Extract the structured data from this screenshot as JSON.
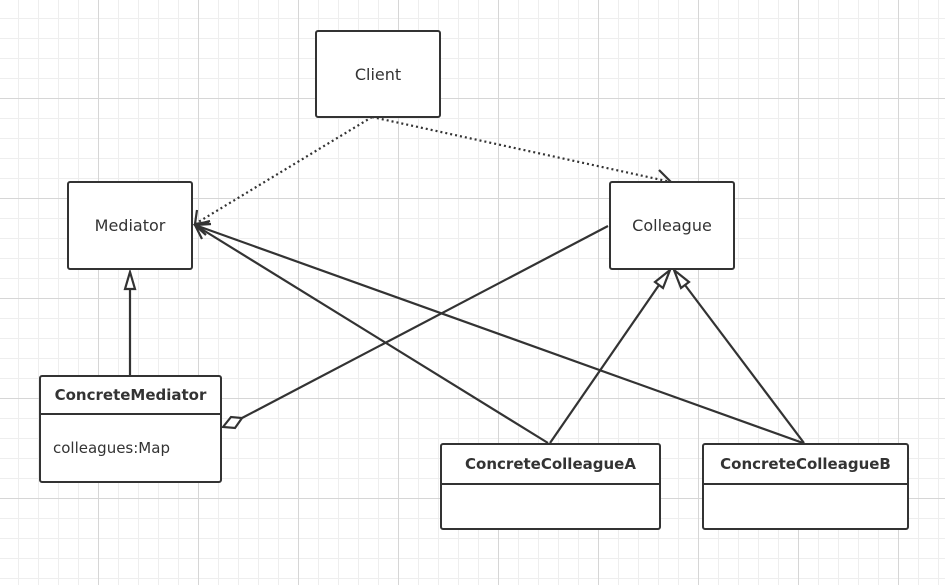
{
  "boxes": {
    "client": "Client",
    "mediator": "Mediator",
    "colleague": "Colleague"
  },
  "classes": {
    "concrete_mediator": {
      "name": "ConcreteMediator",
      "attribute": "colleagues:Map"
    },
    "concrete_colleague_a": {
      "name": "ConcreteColleagueA",
      "attribute": ""
    },
    "concrete_colleague_b": {
      "name": "ConcreteColleagueB",
      "attribute": ""
    }
  },
  "colors": {
    "stroke": "#333333",
    "grid": "#d6d6d6",
    "background": "#ffffff"
  }
}
